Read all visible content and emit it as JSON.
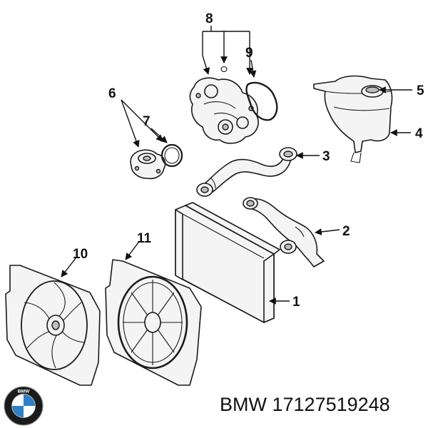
{
  "diagram": {
    "callouts": [
      "1",
      "2",
      "3",
      "4",
      "5",
      "6",
      "7",
      "8",
      "9",
      "10",
      "11"
    ]
  },
  "footer": {
    "brand": "BMW",
    "part_number": "17127519248",
    "logo_icon": "bmw-roundel-icon",
    "logo_text": "BMW"
  },
  "colors": {
    "logo_blue": "#2f7fc6",
    "logo_ring": "#1b1b1b",
    "line": "#1a1a1a"
  }
}
